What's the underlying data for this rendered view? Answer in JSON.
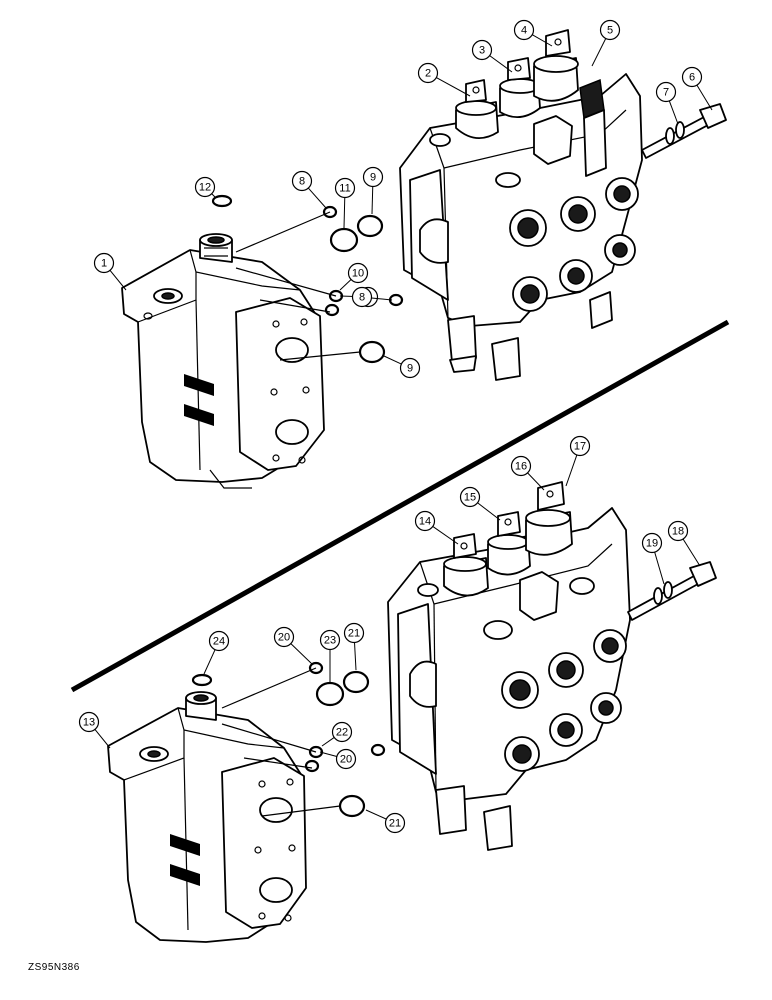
{
  "figure_code": "ZS95N386",
  "assemblies": [
    {
      "id": "upper",
      "callouts": [
        {
          "label": "1",
          "key": "valve-block"
        },
        {
          "label": "2",
          "key": "spool-1"
        },
        {
          "label": "3",
          "key": "spool-2"
        },
        {
          "label": "4",
          "key": "spool-3"
        },
        {
          "label": "5",
          "key": "control-valve-body"
        },
        {
          "label": "6",
          "key": "tie-bolt"
        },
        {
          "label": "7",
          "key": "washer"
        },
        {
          "label": "8",
          "key": "seal-top"
        },
        {
          "label": "8",
          "key": "seal-mid-left"
        },
        {
          "label": "8",
          "key": "seal-mid-right"
        },
        {
          "label": "9",
          "key": "o-ring-top"
        },
        {
          "label": "9",
          "key": "o-ring-bottom"
        },
        {
          "label": "10",
          "key": "small-o-ring"
        },
        {
          "label": "11",
          "key": "o-ring-large"
        },
        {
          "label": "12",
          "key": "plug"
        }
      ]
    },
    {
      "id": "lower",
      "callouts": [
        {
          "label": "13",
          "key": "valve-block"
        },
        {
          "label": "14",
          "key": "spool-1"
        },
        {
          "label": "15",
          "key": "spool-2"
        },
        {
          "label": "16",
          "key": "spool-3"
        },
        {
          "label": "17",
          "key": "control-valve-body"
        },
        {
          "label": "18",
          "key": "tie-bolt"
        },
        {
          "label": "19",
          "key": "washer"
        },
        {
          "label": "20",
          "key": "seal-top"
        },
        {
          "label": "20",
          "key": "seal-mid"
        },
        {
          "label": "21",
          "key": "o-ring-top"
        },
        {
          "label": "21",
          "key": "o-ring-bottom"
        },
        {
          "label": "22",
          "key": "small-o-ring"
        },
        {
          "label": "23",
          "key": "o-ring-large"
        },
        {
          "label": "24",
          "key": "plug"
        }
      ]
    }
  ]
}
